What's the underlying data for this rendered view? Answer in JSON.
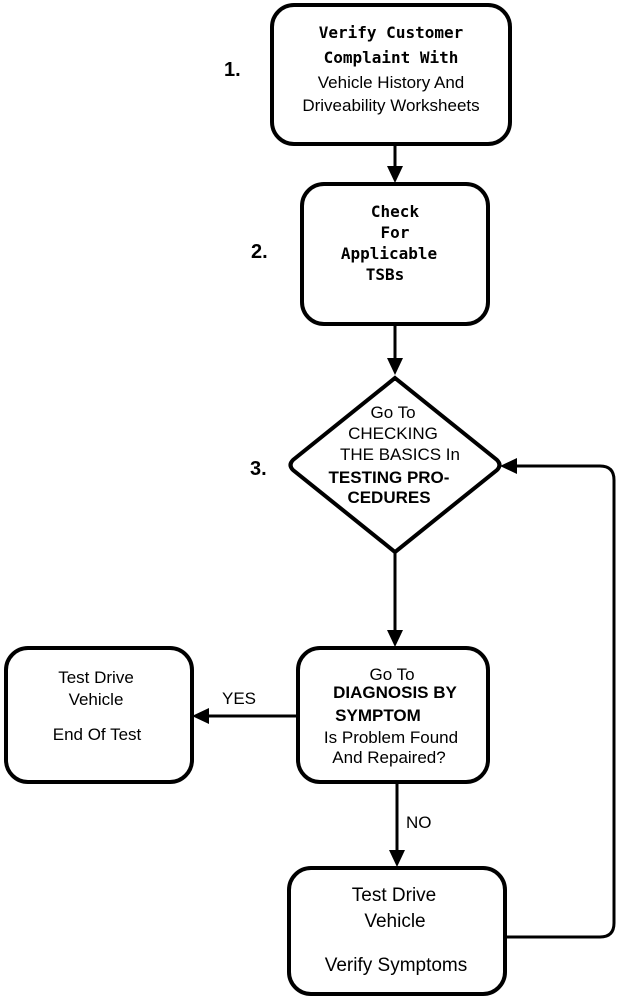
{
  "steps": {
    "step1": {
      "number": "1.",
      "lines": [
        "Verify Customer",
        "Complaint With",
        "Vehicle History And",
        "Driveability Worksheets"
      ]
    },
    "step2": {
      "number": "2.",
      "lines": [
        "Check",
        "For",
        "Applicable",
        "TSBs"
      ]
    },
    "step3": {
      "number": "3.",
      "lines": [
        "Go To",
        "CHECKING",
        "THE BASICS In",
        "TESTING PRO-",
        "CEDURES"
      ]
    }
  },
  "decision": {
    "lines": [
      "Go To",
      "DIAGNOSIS BY",
      "SYMPTOM",
      "Is Problem Found",
      "And Repaired?"
    ]
  },
  "end_box": {
    "lines": [
      "Test Drive",
      "Vehicle",
      "End Of Test"
    ]
  },
  "verify_box": {
    "lines": [
      "Test  Drive",
      "Vehicle",
      "Verify Symptoms"
    ]
  },
  "labels": {
    "yes": "YES",
    "no": "NO"
  }
}
